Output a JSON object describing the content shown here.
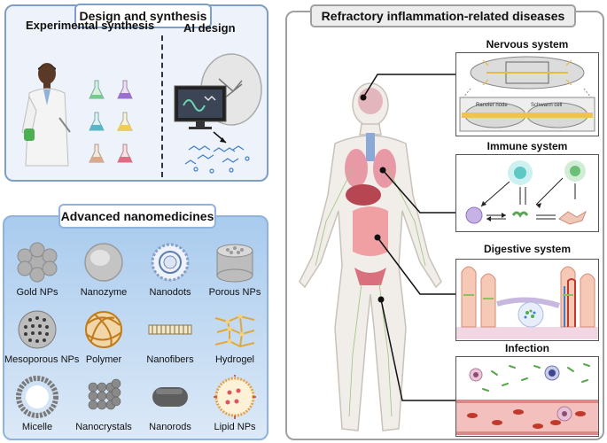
{
  "design": {
    "title": "Design and synthesis",
    "experimental_label": "Experimental synthesis",
    "ai_label": "AI design"
  },
  "nano": {
    "title": "Advanced nanomedicines",
    "items": [
      {
        "label": "Gold NPs"
      },
      {
        "label": "Nanozyme"
      },
      {
        "label": "Nanodots"
      },
      {
        "label": "Porous NPs"
      },
      {
        "label": "Mesoporous NPs"
      },
      {
        "label": "Polymer"
      },
      {
        "label": "Nanofibers"
      },
      {
        "label": "Hydrogel"
      },
      {
        "label": "Micelle"
      },
      {
        "label": "Nanocrystals"
      },
      {
        "label": "Nanorods"
      },
      {
        "label": "Lipid NPs"
      }
    ]
  },
  "diseases": {
    "title": "Refractory inflammation-related diseases",
    "systems": [
      {
        "label": "Nervous system",
        "sublabels": [
          "Ranvier node",
          "Schwann cell"
        ]
      },
      {
        "label": "Immune system"
      },
      {
        "label": "Digestive system"
      },
      {
        "label": "Infection"
      }
    ]
  }
}
